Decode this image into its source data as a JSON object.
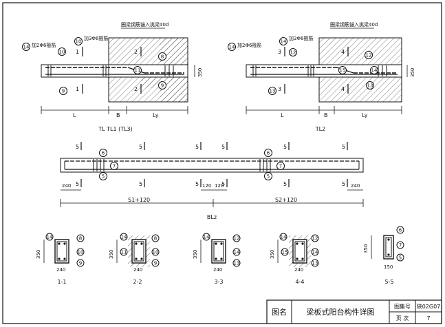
{
  "title_block": {
    "name_label": "图名",
    "title": "梁板式阳台构件详图",
    "atlas_no_label": "图集号",
    "atlas_no": "陕02G07",
    "page_label": "页  次",
    "page_no": "7"
  },
  "beam_tl": {
    "caption": "TL TL1 (TL3)",
    "note_anchor": "圈梁钢筋锚入挑梁40d",
    "note_stirrup_a": "加2Φ6箍筋",
    "note_stirrup_b": "加3Φ6箍筋",
    "dims": {
      "L": "L",
      "B": "B",
      "Ly": "Ly",
      "h": "350"
    },
    "sections": {
      "s1": "1",
      "s2": "2"
    },
    "marks": [
      "14",
      "10",
      "10",
      "9",
      "8",
      "11",
      "9"
    ]
  },
  "beam_tl2": {
    "caption": "TL2",
    "note_anchor": "圈梁钢筋锚入挑梁40d",
    "note_stirrup_a": "加2Φ6箍筋",
    "note_stirrup_b": "加3Φ6箍筋",
    "dims": {
      "L": "L",
      "B": "B",
      "Ly": "Ly",
      "h": "350"
    },
    "sections": {
      "s3": "3",
      "s4": "4"
    },
    "marks": [
      "14",
      "14",
      "12",
      "13",
      "12",
      "15",
      "14",
      "13"
    ]
  },
  "beam_blz": {
    "caption": "BLz",
    "section_mark": "5",
    "marks": [
      "6",
      "7",
      "5",
      "6",
      "7",
      "5"
    ],
    "dims": {
      "end": "240",
      "mid": "120",
      "span1": "S1+120",
      "span2": "S2+120"
    }
  },
  "sections_row": [
    {
      "caption": "1-1",
      "height": "350",
      "width": "240",
      "marks": [
        "14",
        "8",
        "10",
        "9"
      ]
    },
    {
      "caption": "2-2",
      "height": "350",
      "width": "240",
      "marks": [
        "14",
        "8",
        "11",
        "10",
        "9"
      ]
    },
    {
      "caption": "3-3",
      "height": "350",
      "width": "240",
      "marks": [
        "14",
        "12",
        "14",
        "13"
      ]
    },
    {
      "caption": "4-4",
      "height": "350",
      "width": "240",
      "marks": [
        "14",
        "12",
        "15",
        "14",
        "13"
      ]
    },
    {
      "caption": "5-5",
      "height": "350",
      "width": "150",
      "marks": [
        "6",
        "7",
        "5"
      ]
    }
  ]
}
